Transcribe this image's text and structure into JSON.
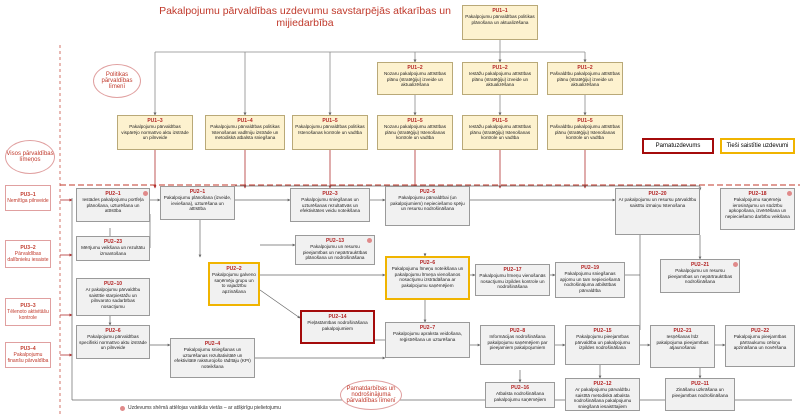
{
  "title": "Pakalpojumu pārvaldības uzdevumu savstarpējās atkarības un mijiedarbība",
  "levels": {
    "politics": "Politikas pārvaldības līmenī",
    "all": "Visos pārvaldības līmeņos",
    "basic": "Pamatdarbības un nodrošinājuma pārvaldības līmenī"
  },
  "legend": {
    "main_task": "Pamatuzdevums",
    "linked": "Tieši saistītie uzdevumi"
  },
  "footnote": "Uzdevums shēmā attēlojas vairākās vietās – ar atšķirīgu pielietojumu",
  "side": [
    {
      "id": "PU3–1",
      "label": "Nemītīga pilnveide"
    },
    {
      "id": "PU3–2",
      "label": "Pārvaldības dalībnieku iesaiste"
    },
    {
      "id": "PU3–3",
      "label": "Tēlenoto aktivitāšu kontrole"
    },
    {
      "id": "PU3–4",
      "label": "Pakalpojumu finanšu pārvaldība"
    }
  ],
  "boxes": [
    {
      "id": "PU1–1",
      "text": "Pakalpojumu pārvaldības politikas plānošana un aktualizēšana"
    },
    {
      "id": "PU1–2",
      "text": "Nozaru pakalpojumu attīstības plānu (stratēģiju) izveide un aktualizēšana"
    },
    {
      "id": "PU1–2",
      "text": "Iestāžu pakalpojumu attīstības plānu (stratēģiju) izveide un aktualizēšana"
    },
    {
      "id": "PU1–2",
      "text": "Pašvaldību pakalpojumu attīstības plānu (stratēģiju) izveide un aktualizēšana"
    },
    {
      "id": "PU1–3",
      "text": "Pakalpojumu pārvaldības vispārējo normatīvo aktu izstrāde un pilnveide"
    },
    {
      "id": "PU1–4",
      "text": "Pakalpojumu pārvaldības politikas īstenošanas vadlīniju izstrāde un metodiskā atbalsta sniegšana"
    },
    {
      "id": "PU1–5",
      "text": "Pakalpojumu pārvaldības politikas īstenošanas kontrole un vadība"
    },
    {
      "id": "PU1–5",
      "text": "Nozaru pakalpojumu attīstības plānu (stratēģiju) īstenošanas kontrole un vadība"
    },
    {
      "id": "PU1–5",
      "text": "Iestāžu pakalpojumu attīstības plānu (stratēģiju) īstenošanas kontrole un vadība"
    },
    {
      "id": "PU1–5",
      "text": "Pašvaldību pakalpojumu attīstības plānu (stratēģiju) īstenošanas kontrole un vadība"
    },
    {
      "id": "PU2–1",
      "text": "Iestādes pakalpojumu portfeļa plānošana, uzturēšana un attīstība"
    },
    {
      "id": "PU2–1",
      "text": "Pakalpojumu plānošana (izveide, ieviešana), uzturēšana un attīstība"
    },
    {
      "id": "PU2–3",
      "text": "Pakalpojumu sniegšanas un uzturēšanas rezultatīvās un efektivitātes veidu noteikšana"
    },
    {
      "id": "PU2–5",
      "text": "Pakalpojumu pārvaldībai (un pakalpojumiem) nepieciešamo spēju un resursu nodrošināšana"
    },
    {
      "id": "PU2–20",
      "text": "Ar pakalpojumu un resursu pārvaldību saistītu izmaiņu īstenošana"
    },
    {
      "id": "PU2–18",
      "text": "Pakalpojumu saņēmēju ierosinājumu un sūdzību apkopošana, izvērtēšana un nepieciešamo darbību veikšana"
    },
    {
      "id": "PU2–23",
      "text": "Mērījumu veikšana un rezultātu izmantošana"
    },
    {
      "id": "PU2–13",
      "text": "Pakalpojumu un resursu pieejamības un nepārtrauktības plānošana un nodrošināšana"
    },
    {
      "id": "PU2–2",
      "text": "Pakalpojumu galveno saņēmēju grupu un to vajadzību apzināšana"
    },
    {
      "id": "PU2–6",
      "text": "Pakalpojumu līmeņu noteikšana un pakalpojumu līmeņa vienošanos nosacījumu izstrādāšana ar pakalpojumu saņēmējiem"
    },
    {
      "id": "PU2–17",
      "text": "Pakalpojumu līmeņu vienošanās nosacījumu izpildes kontrole un nodrošināšana"
    },
    {
      "id": "PU2–19",
      "text": "Pakalpojumu sniegšanas apjomu un tam nepieciešamā nodrošinājuma atbilstības pārvaldība"
    },
    {
      "id": "PU2–21",
      "text": "Pakalpojumu un resursu pieejamības un nepārtrauktības nodrošināšana"
    },
    {
      "id": "PU2–10",
      "text": "Ar pakalpojumu pārvaldību saistītie starpiestāžu un pilnvaroto sadarbības nosacījumu"
    },
    {
      "id": "PU2–14",
      "text": "Pieļāstāmības nodrošināšana pakalpojumiem"
    },
    {
      "id": "PU2–6",
      "text": "Pakalpojumu pārvaldības specifiski normatīvo aktu izstrāde un pilnveide"
    },
    {
      "id": "PU2–4",
      "text": "Pakalpojumu sniegšanas un uzturēšanas rezultativitātē un efektivitātē raksturojošo rādītāju (KPI) noteikšana"
    },
    {
      "id": "PU2–7",
      "text": "Pakalpojumu apraksta veidošana, reģistrēšana un uzturēšana"
    },
    {
      "id": "PU2–8",
      "text": "Informācijas nodrošināšana pakalpojumu saņēmējiem par pieejamiem pakalpojumiem"
    },
    {
      "id": "PU2–15",
      "text": "Pakalpojumu pieejamības pārvaldība un pakalpojumu izpildes nodrošināšana"
    },
    {
      "id": "PU2–21",
      "text": "Iesņēšanas līdz pakalpojuma pieejamības atjaunošanai"
    },
    {
      "id": "PU2–22",
      "text": "Pakalpojumu pieejamības pārtraukumu cēloņu apzināšana un novēršana"
    },
    {
      "id": "PU2–16",
      "text": "Atbalsta nodrošināšana pakalpojumu saņēmējiem"
    },
    {
      "id": "PU2–12",
      "text": "Ar pakalpojumu pārvaldību saistītā metodiskā atbalsta nodrošināšana pakalpojumu sniegšanā iesaistītajiem"
    },
    {
      "id": "PU2–11",
      "text": "Zināšanu uzkrāšana un pieejamības nodrošināšana"
    }
  ]
}
